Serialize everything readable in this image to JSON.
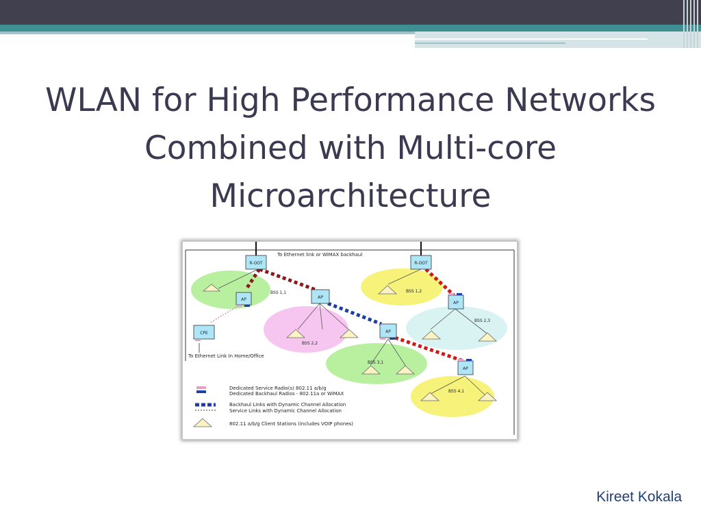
{
  "slide": {
    "title": "WLAN for High Performance Networks Combined with Multi-core Microarchitecture",
    "author": "Kireet Kokala"
  },
  "diagram": {
    "top_label": "To Ethernet link or WiMAX backhaul",
    "bottom_left_label": "To Ethernet Link In Home/Office",
    "nodes": {
      "root_left": "R-OOT",
      "root_right": "R-OOT",
      "ap": "AP",
      "cpe": "CPE"
    },
    "cells": {
      "bss11": "BSS 1,1",
      "bss12": "BSS 1,2",
      "bss22": "BSS 2,2",
      "bss23": "BSS 2,3",
      "bss31": "BSS 3,1",
      "bss41": "BSS 4,1"
    },
    "legend": {
      "service_radio": "Dedicated Service Radio(s) 802.11 a/b/g",
      "backhaul_radio": "Dedicated Backhaul Radios - 802.11a or WiMAX",
      "backhaul_links": "Backhaul Links with Dynamic Channel Allocation",
      "service_links": "Service Links with Dynamic Channel Allocation",
      "client_stations": "802.11 a/b/g  Client Stations (includes VOIP phones)"
    },
    "colors": {
      "green_cell": "#b8f0a0",
      "yellow_cell": "#f6f27a",
      "pink_cell": "#f7c6f0",
      "lightblue_cell": "#d9f3f3",
      "node_fill": "#aee6f7",
      "backhaul_link": "#8b1a1a",
      "blue_link": "#1e3fa0",
      "service_link": "#d98fd0"
    }
  }
}
